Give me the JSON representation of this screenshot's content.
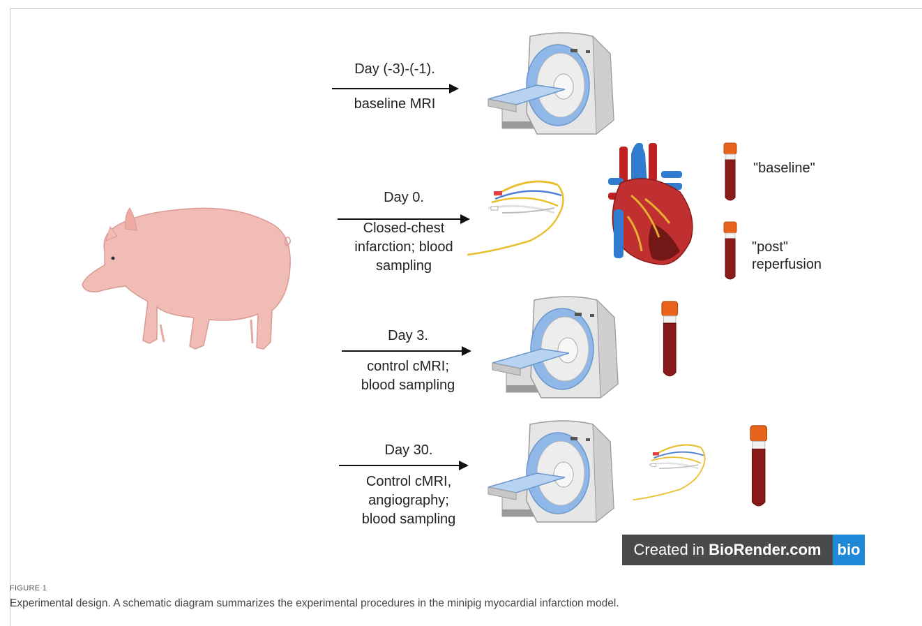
{
  "timeline": [
    {
      "day": "Day (-3)-(-1).",
      "procedure": [
        "baseline MRI"
      ]
    },
    {
      "day": "Day 0.",
      "procedure": [
        "Closed-chest",
        "infarction; blood",
        "sampling"
      ]
    },
    {
      "day": "Day 3.",
      "procedure": [
        "control cMRI;",
        "blood sampling"
      ]
    },
    {
      "day": "Day 30.",
      "procedure": [
        "Control cMRI,",
        "angiography;",
        "blood sampling"
      ]
    }
  ],
  "samples": {
    "baseline": "\"baseline\"",
    "post_line1": "\"post\"",
    "post_line2": "reperfusion"
  },
  "icons": [
    "pig-icon",
    "mri-scanner-icon",
    "catheter-icon",
    "heart-icon",
    "blood-tube-icon"
  ],
  "badge": {
    "prefix": "Created in ",
    "brand": "BioRender.com",
    "logo": "bio"
  },
  "figure": {
    "label": "FIGURE 1",
    "caption": "Experimental design. A schematic diagram summarizes the experimental procedures in the minipig myocardial infarction model."
  },
  "colors": {
    "tube_blood": "#8b1a1a",
    "tube_cap": "#e8641c",
    "mri_bore": "#8fb8e8",
    "pig": "#f2bcb6",
    "badge_bg": "#4a4a4a",
    "badge_logo": "#1e88d6"
  }
}
